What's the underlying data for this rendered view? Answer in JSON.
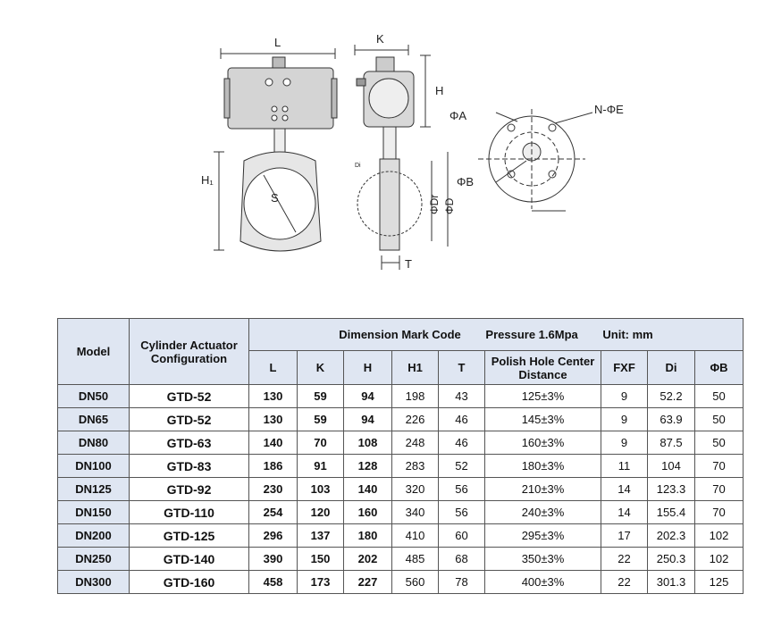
{
  "drawing": {
    "labels": {
      "L": "L",
      "K": "K",
      "H": "H",
      "H1": "H₁",
      "S": "S",
      "Di": "Di",
      "A": "ΦA",
      "N_E": "N-ΦE",
      "B": "ΦB",
      "Dr": "ΦDr",
      "D": "ΦD",
      "T": "T"
    }
  },
  "table": {
    "model_header": "Model",
    "config_header": "Cylinder Actuator Configuration",
    "dimension_title": "Dimension Mark Code",
    "pressure": "Pressure 1.6Mpa",
    "unit": "Unit: mm",
    "columns": [
      "L",
      "K",
      "H",
      "H1",
      "T",
      "Polish Hole Center Distance",
      "FXF",
      "Di",
      "ΦB"
    ],
    "rows": [
      [
        "DN50",
        "GTD-52",
        "130",
        "59",
        "94",
        "198",
        "43",
        "125±3%",
        "9",
        "52.2",
        "50"
      ],
      [
        "DN65",
        "GTD-52",
        "130",
        "59",
        "94",
        "226",
        "46",
        "145±3%",
        "9",
        "63.9",
        "50"
      ],
      [
        "DN80",
        "GTD-63",
        "140",
        "70",
        "108",
        "248",
        "46",
        "160±3%",
        "9",
        "87.5",
        "50"
      ],
      [
        "DN100",
        "GTD-83",
        "186",
        "91",
        "128",
        "283",
        "52",
        "180±3%",
        "11",
        "104",
        "70"
      ],
      [
        "DN125",
        "GTD-92",
        "230",
        "103",
        "140",
        "320",
        "56",
        "210±3%",
        "14",
        "123.3",
        "70"
      ],
      [
        "DN150",
        "GTD-110",
        "254",
        "120",
        "160",
        "340",
        "56",
        "240±3%",
        "14",
        "155.4",
        "70"
      ],
      [
        "DN200",
        "GTD-125",
        "296",
        "137",
        "180",
        "410",
        "60",
        "295±3%",
        "17",
        "202.3",
        "102"
      ],
      [
        "DN250",
        "GTD-140",
        "390",
        "150",
        "202",
        "485",
        "68",
        "350±3%",
        "22",
        "250.3",
        "102"
      ],
      [
        "DN300",
        "GTD-160",
        "458",
        "173",
        "227",
        "560",
        "78",
        "400±3%",
        "22",
        "301.3",
        "125"
      ]
    ]
  }
}
